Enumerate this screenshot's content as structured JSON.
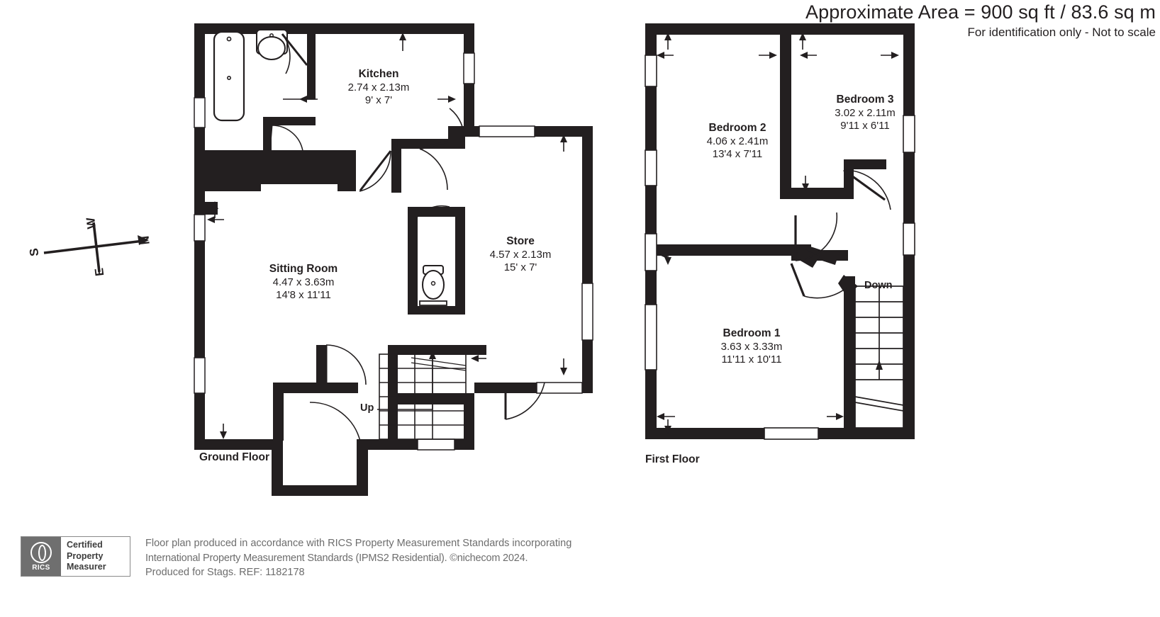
{
  "header": {
    "area_title": "Approximate Area = 900 sq ft / 83.6 sq m",
    "note": "For identification only - Not to scale"
  },
  "compass": {
    "north": "N",
    "south": "S",
    "east": "E",
    "west": "W"
  },
  "floors": [
    {
      "id": "ground",
      "title": "Ground Floor",
      "stair_label": "Up",
      "rooms": [
        {
          "name": "Kitchen",
          "metric": "2.74 x 2.13m",
          "imperial": "9' x 7'"
        },
        {
          "name": "Sitting Room",
          "metric": "4.47 x 3.63m",
          "imperial": "14'8 x 11'11"
        },
        {
          "name": "Store",
          "metric": "4.57 x 2.13m",
          "imperial": "15' x 7'"
        }
      ]
    },
    {
      "id": "first",
      "title": "First Floor",
      "stair_label": "Down",
      "rooms": [
        {
          "name": "Bedroom 2",
          "metric": "4.06 x 2.41m",
          "imperial": "13'4 x 7'11"
        },
        {
          "name": "Bedroom 3",
          "metric": "3.02 x 2.11m",
          "imperial": "9'11 x 6'11"
        },
        {
          "name": "Bedroom 1",
          "metric": "3.63 x 3.33m",
          "imperial": "11'11 x 10'11"
        }
      ]
    }
  ],
  "footer": {
    "badge": {
      "mark_text": "RICS",
      "line1": "Certified",
      "line2": "Property",
      "line3": "Measurer"
    },
    "note_line1": "Floor plan produced in accordance with RICS Property Measurement Standards incorporating",
    "note_line2": "International Property Measurement Standards (IPMS2 Residential).   ©nichecom 2024.",
    "note_line3": "Produced for Stags.   REF:  1182178"
  },
  "colors": {
    "wall": "#231f20",
    "background": "#ffffff",
    "text": "#231f20",
    "footer_text": "#6d6d6d",
    "badge_grey": "#6f6f6f"
  }
}
